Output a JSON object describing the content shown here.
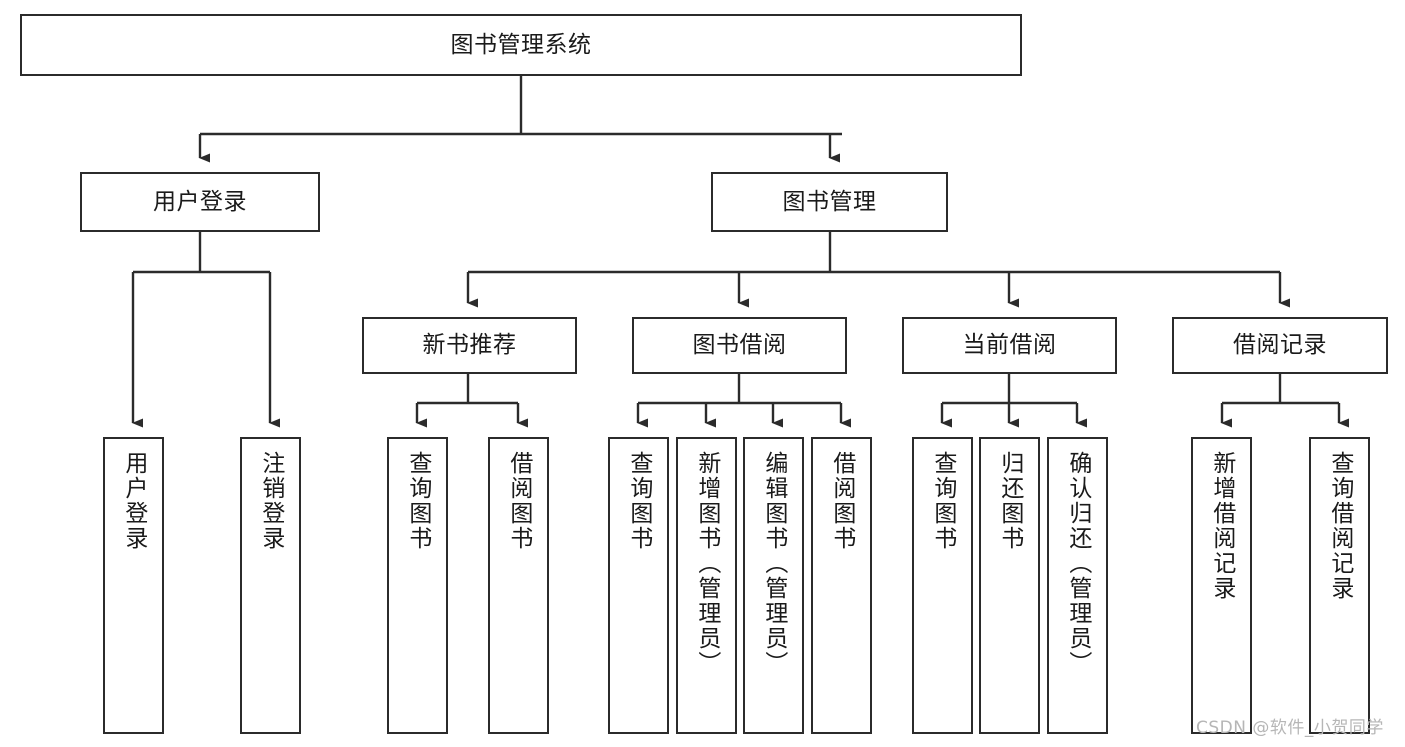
{
  "diagram": {
    "type": "tree-hierarchy-chart",
    "title": "图书管理系统",
    "orientation": "top-down",
    "colors": {
      "box_border": "#2b2b2b",
      "box_fill": "#ffffff",
      "edge": "#2b2b2b",
      "text": "#1a1a1a",
      "watermark": "#b6b6b6",
      "background": "#ffffff"
    },
    "levels": {
      "root": {
        "label": "图书管理系统"
      },
      "level2": [
        {
          "id": "user-login",
          "label": "用户登录"
        },
        {
          "id": "book-manage",
          "label": "图书管理"
        }
      ],
      "level3": [
        {
          "id": "new-book-rec",
          "label": "新书推荐",
          "parent": "book-manage"
        },
        {
          "id": "book-borrow",
          "label": "图书借阅",
          "parent": "book-manage"
        },
        {
          "id": "current-borrow",
          "label": "当前借阅",
          "parent": "book-manage"
        },
        {
          "id": "borrow-record",
          "label": "借阅记录",
          "parent": "book-manage"
        }
      ],
      "leaves": [
        {
          "id": "leaf-user-login",
          "label": "用户登录",
          "parent": "user-login"
        },
        {
          "id": "leaf-logout",
          "label": "注销登录",
          "parent": "user-login"
        },
        {
          "id": "leaf-query-book-1",
          "label": "查询图书",
          "parent": "new-book-rec"
        },
        {
          "id": "leaf-borrow-book-1",
          "label": "借阅图书",
          "parent": "new-book-rec"
        },
        {
          "id": "leaf-query-book-2",
          "label": "查询图书",
          "parent": "book-borrow"
        },
        {
          "id": "leaf-add-book",
          "label": "新增图书（管理员）",
          "parent": "book-borrow"
        },
        {
          "id": "leaf-edit-book",
          "label": "编辑图书（管理员）",
          "parent": "book-borrow"
        },
        {
          "id": "leaf-borrow-book-2",
          "label": "借阅图书",
          "parent": "book-borrow"
        },
        {
          "id": "leaf-query-book-3",
          "label": "查询图书",
          "parent": "current-borrow"
        },
        {
          "id": "leaf-return-book",
          "label": "归还图书",
          "parent": "current-borrow"
        },
        {
          "id": "leaf-confirm-return",
          "label": "确认归还（管理员）",
          "parent": "current-borrow"
        },
        {
          "id": "leaf-add-record",
          "label": "新增借阅记录",
          "parent": "borrow-record"
        },
        {
          "id": "leaf-query-record",
          "label": "查询借阅记录",
          "parent": "borrow-record"
        }
      ]
    },
    "watermark": "CSDN @软件_小贺同学"
  }
}
